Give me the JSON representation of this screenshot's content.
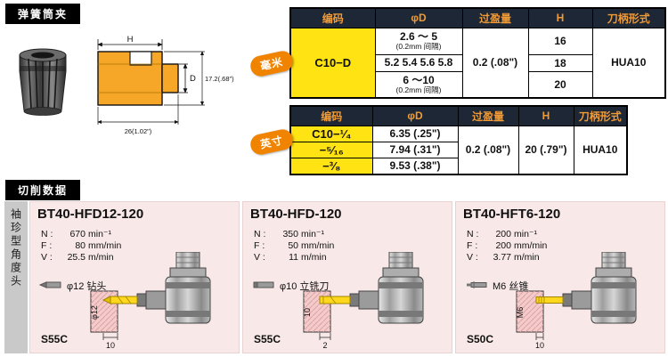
{
  "sections": {
    "collet_title": "弹簧筒夹",
    "cutting_title": "切削数据",
    "sidebar_label": "袖珍型角度头"
  },
  "drawing": {
    "h_dim": "H",
    "d_dim": "D",
    "height_dim": "17.2(.68\")",
    "width_dim": "26(1.02\")"
  },
  "metric_table": {
    "badge": "毫米",
    "headers": [
      "编码",
      "φD",
      "过盈量",
      "H",
      "刀柄形式"
    ],
    "code": "C10−D",
    "interference": "0.2 (.08\")",
    "shank": "HUA10",
    "rows": [
      {
        "d_main": "2.6 ～ 5",
        "d_sub": "(0.2mm 间隔)",
        "h": "16"
      },
      {
        "d_main": "5.2 5.4 5.6 5.8",
        "d_sub": "",
        "h": "18"
      },
      {
        "d_main": "6 ～10",
        "d_sub": "(0.2mm 间隔)",
        "h": "20"
      }
    ]
  },
  "inch_table": {
    "badge": "英寸",
    "headers": [
      "编码",
      "φD",
      "过盈量",
      "H",
      "刀柄形式"
    ],
    "interference": "0.2 (.08\")",
    "h": "20 (.79\")",
    "shank": "HUA10",
    "rows": [
      {
        "code": "C10−¹⁄₄",
        "d": "6.35 (.25\")"
      },
      {
        "code": "−⁵⁄₁₆",
        "d": "7.94 (.31\")"
      },
      {
        "code": "−³⁄₈",
        "d": "9.53 (.38\")"
      }
    ]
  },
  "panels": [
    {
      "title": "BT40-HFD12-120",
      "params": [
        {
          "label": "N :",
          "value": "670",
          "unit": "min⁻¹"
        },
        {
          "label": "F :",
          "value": "80",
          "unit": "mm/min"
        },
        {
          "label": "V :",
          "value": "25.5",
          "unit": "m/min"
        }
      ],
      "tool": "φ12 钻头",
      "material": "S55C",
      "dim_a": "φ12",
      "dim_b": "10"
    },
    {
      "title": "BT40-HFD-120",
      "params": [
        {
          "label": "N :",
          "value": "350",
          "unit": "min⁻¹"
        },
        {
          "label": "F :",
          "value": "50",
          "unit": "mm/min"
        },
        {
          "label": "V :",
          "value": "11",
          "unit": "m/min"
        }
      ],
      "tool": "φ10 立铣刀",
      "material": "S55C",
      "dim_a": "10",
      "dim_b": "2"
    },
    {
      "title": "BT40-HFT6-120",
      "params": [
        {
          "label": "N :",
          "value": "200",
          "unit": "min⁻¹"
        },
        {
          "label": "F :",
          "value": "200",
          "unit": "mm/min"
        },
        {
          "label": "V :",
          "value": "3.77",
          "unit": "m/min"
        }
      ],
      "tool": "M6 丝锥",
      "material": "S50C",
      "dim_a": "M6",
      "dim_b": "10"
    }
  ]
}
